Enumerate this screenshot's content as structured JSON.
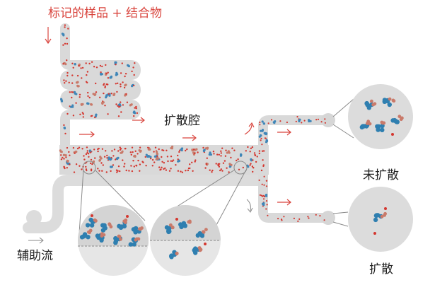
{
  "labels": {
    "sample_inlet": "标记的样品 + 结合物",
    "diffusion_chamber": "扩散腔",
    "undiffused": "未扩散",
    "diffused": "扩散",
    "sheath_flow": "辅助流"
  },
  "colors": {
    "channel": "#d9d9d9",
    "channel_dark": "#cfcfcf",
    "accent_red": "#d9453e",
    "particle_red": "#d4372f",
    "particle_blue": "#3f86b8",
    "protein_blue": "#2f7fb0",
    "protein_salmon": "#c97a6a",
    "line": "#777777"
  }
}
